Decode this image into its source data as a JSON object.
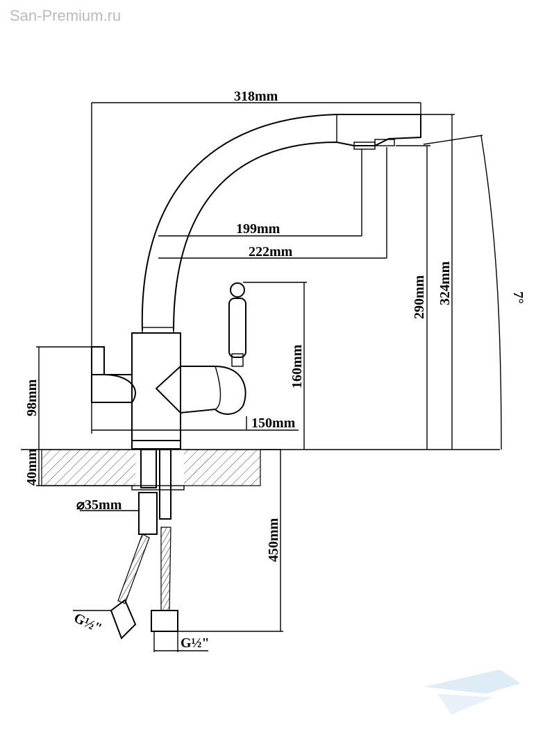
{
  "watermark": "San-Premium.ru",
  "dimensions": {
    "width_total": "318mm",
    "reach_199": "199mm",
    "reach_222": "222mm",
    "height_290": "290mm",
    "height_324": "324mm",
    "height_160": "160mm",
    "base_98": "98mm",
    "lever_150": "150mm",
    "counter_40": "40mm",
    "diameter": "⌀35mm",
    "hose_450": "450mm",
    "angle": "7°",
    "thread_left": "G½\"",
    "thread_right": "G½\""
  },
  "colors": {
    "line": "#000000",
    "logo": "#cfe3f2"
  }
}
